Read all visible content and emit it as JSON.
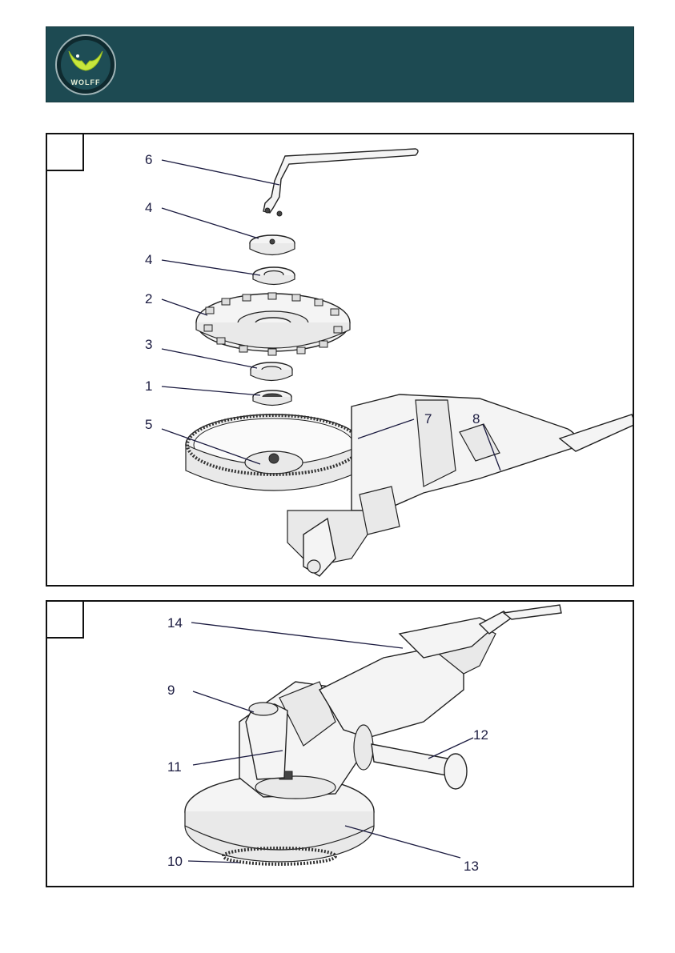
{
  "header": {
    "logo_text": "WOLFF",
    "brand_color": "#1d4a52"
  },
  "figure1": {
    "labels": [
      "6",
      "4",
      "4",
      "2",
      "3",
      "1",
      "5",
      "7",
      "8"
    ]
  },
  "figure2": {
    "labels": [
      "14",
      "9",
      "11",
      "12",
      "10",
      "13"
    ]
  }
}
